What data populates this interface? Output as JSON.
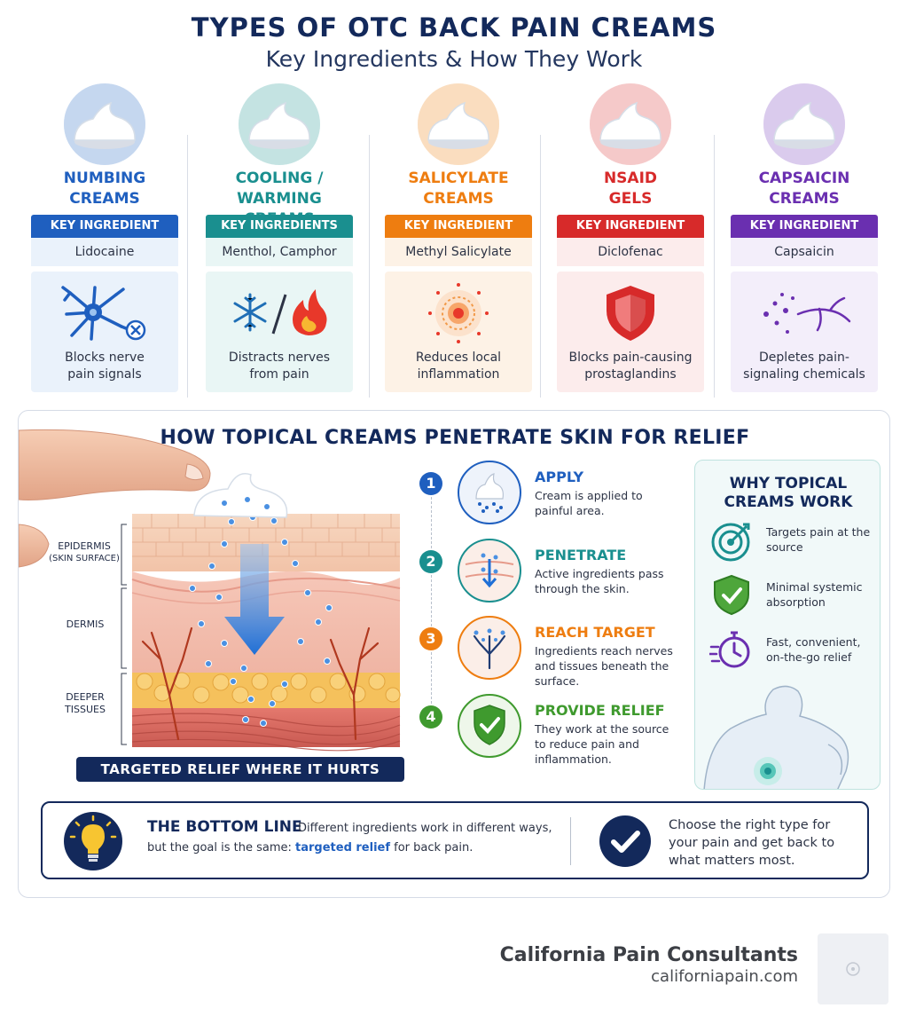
{
  "header": {
    "title": "TYPES OF OTC BACK PAIN CREAMS",
    "subtitle": "Key Ingredients & How They Work"
  },
  "types": [
    {
      "name_line1": "NUMBING",
      "name_line2": "CREAMS",
      "key_label": "KEY INGREDIENT",
      "ingredient": "Lidocaine",
      "desc_line1": "Blocks nerve",
      "desc_line2": "pain signals",
      "color": "#1f5fbf",
      "light": "#eaf2fb",
      "icon": "nerve-cell-icon"
    },
    {
      "name_line1": "COOLING /",
      "name_line2": "WARMING CREAMS",
      "key_label": "KEY INGREDIENTS",
      "ingredient": "Menthol, Camphor",
      "desc_line1": "Distracts nerves",
      "desc_line2": "from pain",
      "color": "#1a8f8f",
      "light": "#e9f6f5",
      "icon": "snowflake-flame-icon"
    },
    {
      "name_line1": "SALICYLATE",
      "name_line2": "CREAMS",
      "key_label": "KEY INGREDIENT",
      "ingredient": "Methyl Salicylate",
      "desc_line1": "Reduces local",
      "desc_line2": "inflammation",
      "color": "#ee7d10",
      "light": "#fdf2e6",
      "icon": "inflammation-target-icon"
    },
    {
      "name_line1": "NSAID",
      "name_line2": "GELS",
      "key_label": "KEY INGREDIENT",
      "ingredient": "Diclofenac",
      "desc_line1": "Blocks pain-causing",
      "desc_line2": "prostaglandins",
      "color": "#d72a2a",
      "light": "#fcecec",
      "icon": "shield-icon"
    },
    {
      "name_line1": "CAPSAICIN",
      "name_line2": "CREAMS",
      "key_label": "KEY INGREDIENT",
      "ingredient": "Capsaicin",
      "desc_line1": "Depletes pain-",
      "desc_line2": "signaling chemicals",
      "color": "#6a2fb0",
      "light": "#f3eefa",
      "icon": "dispersing-chemicals-icon"
    }
  ],
  "penetration": {
    "title": "HOW TOPICAL CREAMS PENETRATE SKIN FOR RELIEF",
    "layers": {
      "epidermis_line1": "EPIDERMIS",
      "epidermis_line2": "(SKIN SURFACE)",
      "dermis": "DERMIS",
      "deeper_line1": "DEEPER",
      "deeper_line2": "TISSUES"
    },
    "banner": "TARGETED RELIEF WHERE IT HURTS",
    "steps": [
      {
        "num": "1",
        "title": "APPLY",
        "desc": "Cream is applied to painful area.",
        "color": "#1f5fbf"
      },
      {
        "num": "2",
        "title": "PENETRATE",
        "desc": "Active ingredients pass through the skin.",
        "color": "#1a8f8f"
      },
      {
        "num": "3",
        "title": "REACH TARGET",
        "desc": "Ingredients reach nerves and tissues beneath the surface.",
        "color": "#ee7d10"
      },
      {
        "num": "4",
        "title": "PROVIDE RELIEF",
        "desc": "They work at the source to reduce pain and inflammation.",
        "color": "#3f9a2e"
      }
    ]
  },
  "why": {
    "title_line1": "WHY TOPICAL",
    "title_line2": "CREAMS WORK",
    "items": [
      {
        "text": "Targets pain at the source",
        "icon": "target-icon"
      },
      {
        "text": "Minimal systemic absorption",
        "icon": "shield-check-icon"
      },
      {
        "text": "Fast, convenient, on-the-go relief",
        "icon": "stopwatch-icon"
      }
    ]
  },
  "bottom_line": {
    "title": "THE BOTTOM LINE",
    "text1": "Different ingredients work in different ways,",
    "text2_before": "but the goal is the same: ",
    "text2_strong": "targeted relief",
    "text2_after": " for back pain.",
    "right": "Choose the right type for your pain and get back to what matters most."
  },
  "brand": {
    "name": "California Pain Consultants",
    "url": "californiapain.com"
  }
}
